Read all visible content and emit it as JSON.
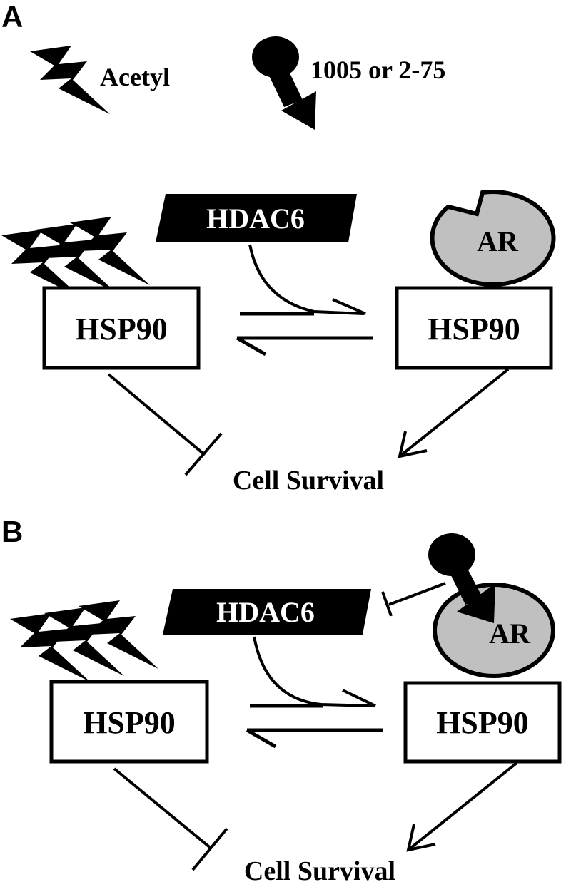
{
  "panels": [
    {
      "letter": "A",
      "hdac": "HDAC6",
      "ar": "AR",
      "hsp_left": "HSP90",
      "hsp_right": "HSP90",
      "survival": "Cell Survival"
    },
    {
      "letter": "B",
      "hdac": "HDAC6",
      "ar": "AR",
      "hsp_left": "HSP90",
      "hsp_right": "HSP90",
      "survival": "Cell Survival"
    }
  ],
  "legend": {
    "acetyl": "Acetyl",
    "inhibitor": "1005 or 2-75"
  },
  "icons": {
    "acetyl": "lightning-bolt-icon",
    "inhibitor": "pin-arrow-inhibitor-icon"
  },
  "colors": {
    "ink": "#000000",
    "ar_fill": "#c0c0c0",
    "background": "#ffffff"
  }
}
